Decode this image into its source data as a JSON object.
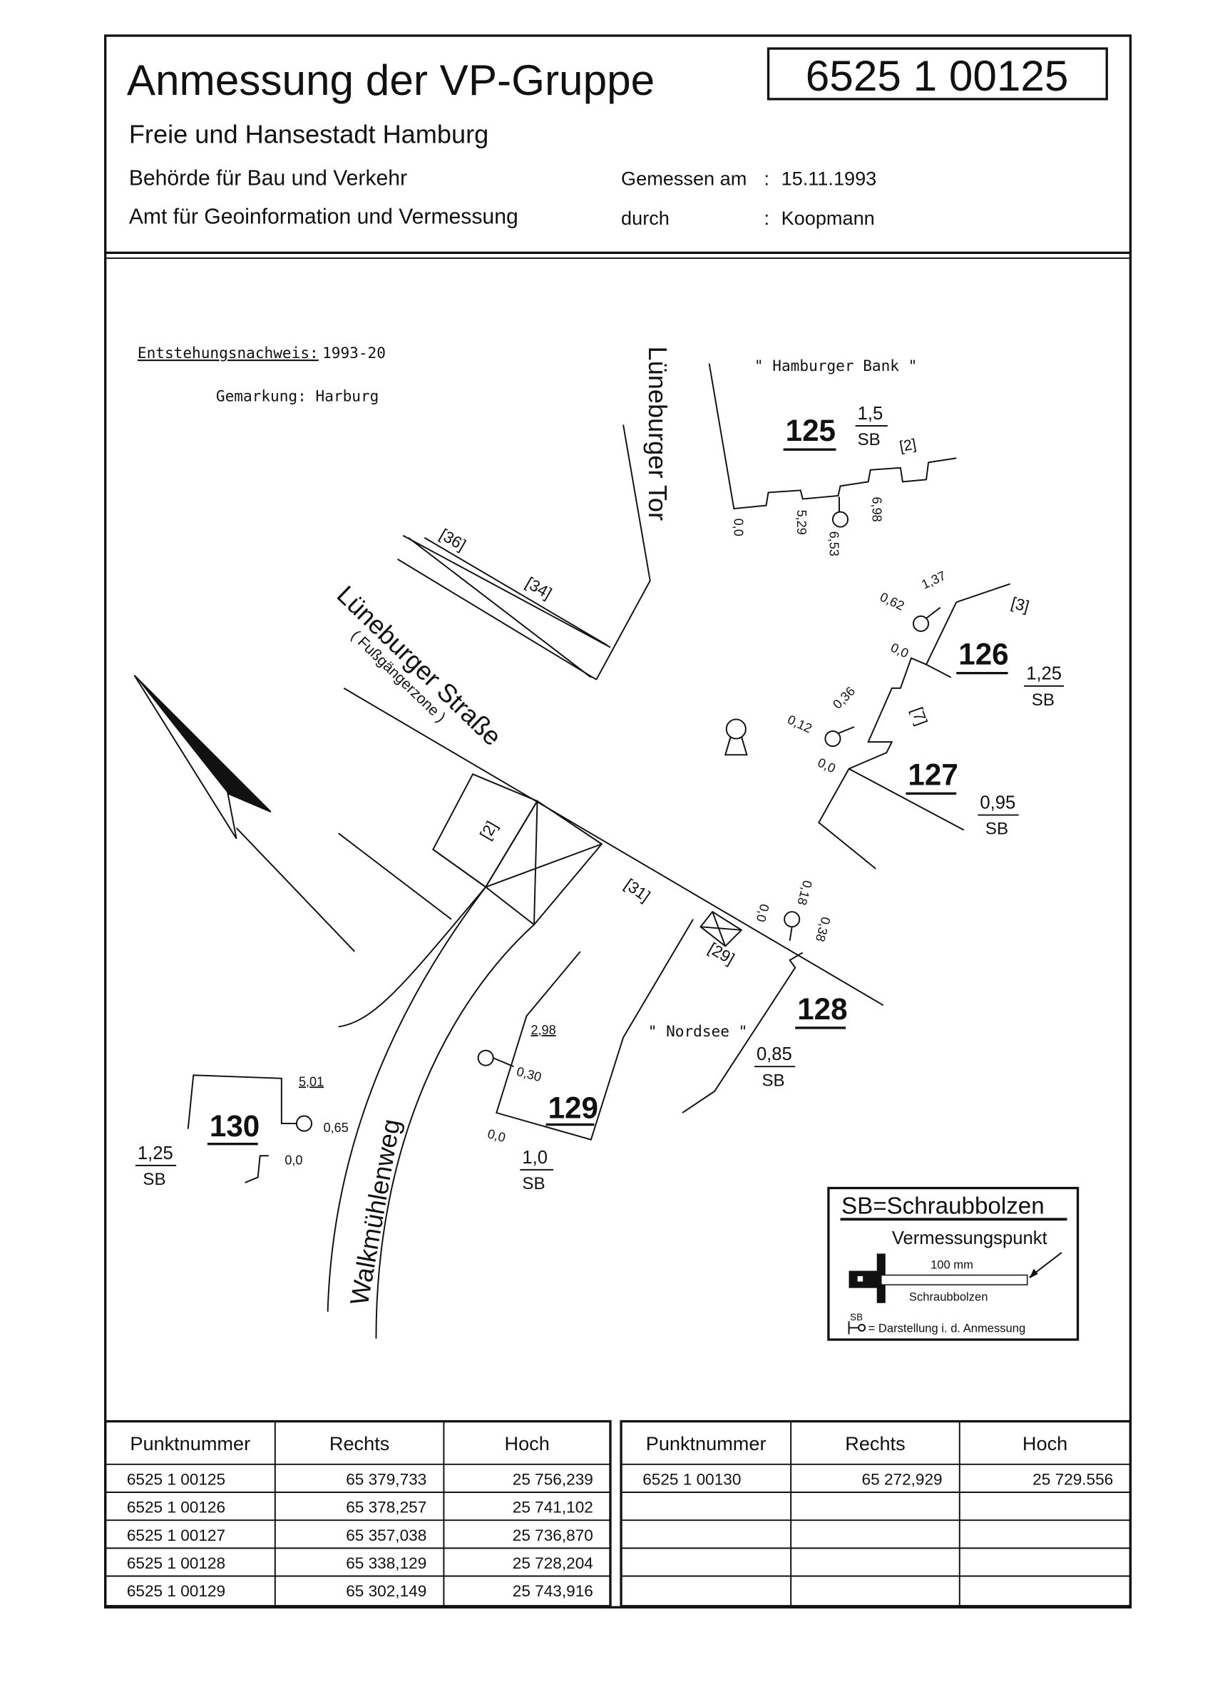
{
  "header": {
    "title": "Anmessung der VP-Gruppe",
    "number": "6525 1 00125",
    "city": "Freie und Hansestadt Hamburg",
    "authority": "Behörde für Bau und Verkehr",
    "office": "Amt für Geoinformation und Vermessung",
    "measured_label": "Gemessen am",
    "measured_sep": ":",
    "measured_value": "15.11.1993",
    "by_label": "durch",
    "by_sep": ":",
    "by_value": "Koopmann"
  },
  "map": {
    "origin_label": "Entstehungsnachweis:",
    "origin_value": "1993-20",
    "district": "Gemarkung: Harburg",
    "streets": {
      "tor": "Lüneburger Tor",
      "strasse": "Lüneburger Straße",
      "zone": "( Fußgängerzone )",
      "walk": "Walkmühlenweg"
    },
    "places": {
      "bank": "\" Hamburger Bank \"",
      "nordsee": "\" Nordsee \""
    },
    "house_numbers": [
      "[2]",
      "[36]",
      "[34]",
      "[3]",
      "[7]",
      "[2]",
      "[31]",
      "[29]"
    ],
    "points": [
      {
        "id": "125",
        "height": "1,5",
        "type": "SB"
      },
      {
        "id": "126",
        "height": "1,25",
        "type": "SB"
      },
      {
        "id": "127",
        "height": "0,95",
        "type": "SB"
      },
      {
        "id": "128",
        "height": "0,85",
        "type": "SB"
      },
      {
        "id": "129",
        "height": "1,0",
        "type": "SB"
      },
      {
        "id": "130",
        "height": "1,25",
        "type": "SB"
      }
    ],
    "measures": {
      "m125": [
        "0,0",
        "5,29",
        "6,53",
        "6,98"
      ],
      "m126": [
        "0,62",
        "1,37",
        "0,0"
      ],
      "m127": [
        "0,36",
        "0,12",
        "0,0"
      ],
      "m128": [
        "0,0",
        "0,18",
        "0,38"
      ],
      "m129": [
        "2,98",
        "0,30",
        "0,0"
      ],
      "m130": [
        "5,01",
        "0,65",
        "0,0"
      ]
    }
  },
  "legend": {
    "title": "SB=Schraubbolzen",
    "subtitle": "Vermessungspunkt",
    "length": "100 mm",
    "bolt": "Schraubbolzen",
    "symbol_sb": "SB",
    "symbol_text": "= Darstellung i. d. Anmessung"
  },
  "tables": [
    {
      "headers": [
        "Punktnummer",
        "Rechts",
        "Hoch"
      ],
      "rows": [
        [
          "6525 1 00125",
          "65 379,733",
          "25 756,239"
        ],
        [
          "6525 1 00126",
          "65 378,257",
          "25 741,102"
        ],
        [
          "6525 1 00127",
          "65 357,038",
          "25 736,870"
        ],
        [
          "6525 1 00128",
          "65 338,129",
          "25 728,204"
        ],
        [
          "6525 1 00129",
          "65 302,149",
          "25 743,916"
        ]
      ]
    },
    {
      "headers": [
        "Punktnummer",
        "Rechts",
        "Hoch"
      ],
      "rows": [
        [
          "6525 1 00130",
          "65 272,929",
          "25 729.556"
        ],
        [
          "",
          "",
          ""
        ],
        [
          "",
          "",
          ""
        ],
        [
          "",
          "",
          ""
        ],
        [
          "",
          "",
          ""
        ]
      ]
    }
  ]
}
